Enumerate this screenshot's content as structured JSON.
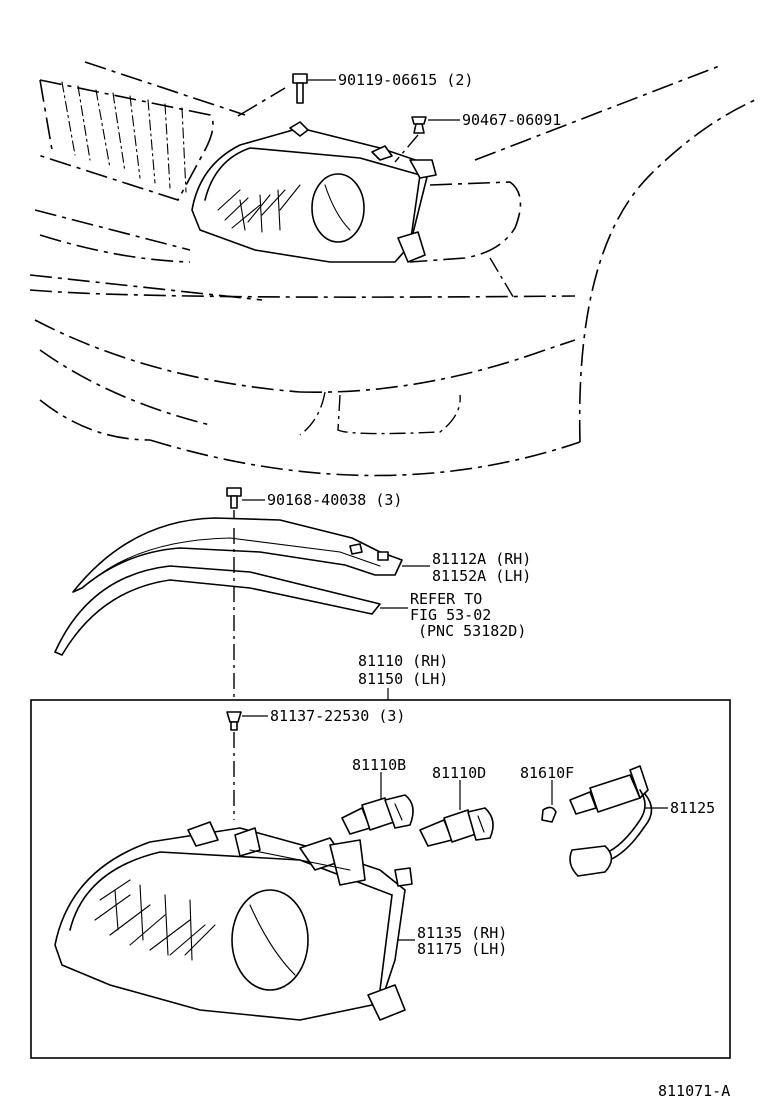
{
  "callouts": {
    "bolt_top": "90119-06615 (2)",
    "clip_top": "90467-06091",
    "screw_mid": "90168-40038 (3)",
    "trim_rh": "81112A (RH)",
    "trim_lh": "81152A (LH)",
    "refer_line1": "REFER TO",
    "refer_line2": "FIG 53-02",
    "refer_line3": "(PNC 53182D)",
    "assy_rh": "81110 (RH)",
    "assy_lh": "81150 (LH)",
    "screw_assy": "81137-22530 (3)",
    "bulb_b": "81110B",
    "bulb_d": "81110D",
    "bulb_f": "81610F",
    "socket": "81125",
    "unit_rh": "81135 (RH)",
    "unit_lh": "81175 (LH)"
  },
  "figure_id": "811071-A"
}
